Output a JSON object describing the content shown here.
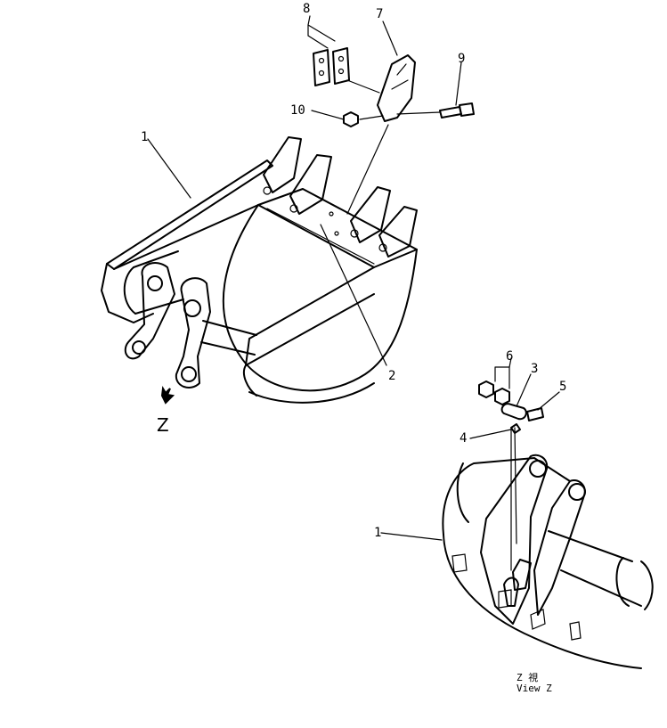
{
  "callouts": {
    "c1": "1",
    "c2": "2",
    "c3": "3",
    "c4": "4",
    "c5": "5",
    "c6": "6",
    "c7": "7",
    "c8": "8",
    "c9": "9",
    "c10": "10",
    "c1b": "1"
  },
  "view_arrow_label": "Z",
  "view_caption": {
    "line1": "Z  視",
    "line2": "View Z"
  }
}
